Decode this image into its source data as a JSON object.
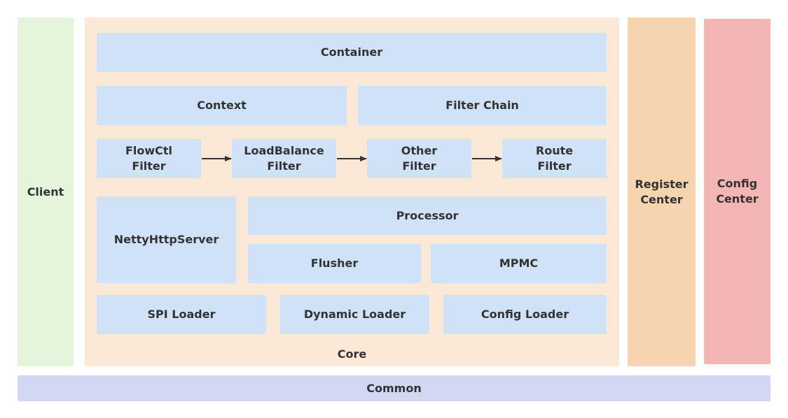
{
  "client": "Client",
  "core": {
    "label": "Core",
    "container": "Container",
    "context": "Context",
    "filter_chain": "Filter Chain",
    "filters": {
      "flowctl": [
        "FlowCtl",
        "Filter"
      ],
      "loadbalance": [
        "LoadBalance",
        "Filter"
      ],
      "other": [
        "Other",
        "Filter"
      ],
      "route": [
        "Route",
        "Filter"
      ]
    },
    "netty": "NettyHttpServer",
    "processor": "Processor",
    "flusher": "Flusher",
    "mpmc": "MPMC",
    "spi_loader": "SPI Loader",
    "dynamic_loader": "Dynamic Loader",
    "config_loader": "Config Loader"
  },
  "register_center": [
    "Register",
    "Center"
  ],
  "config_center": [
    "Config",
    "Center"
  ],
  "common": "Common",
  "colors": {
    "client": "#e4f5dc",
    "core": "#fbe8d6",
    "register": "#f7d4b0",
    "config": "#f4b6b5",
    "common": "#d2d7f4",
    "module": "#cfe2f8",
    "arrow": "#333333"
  }
}
